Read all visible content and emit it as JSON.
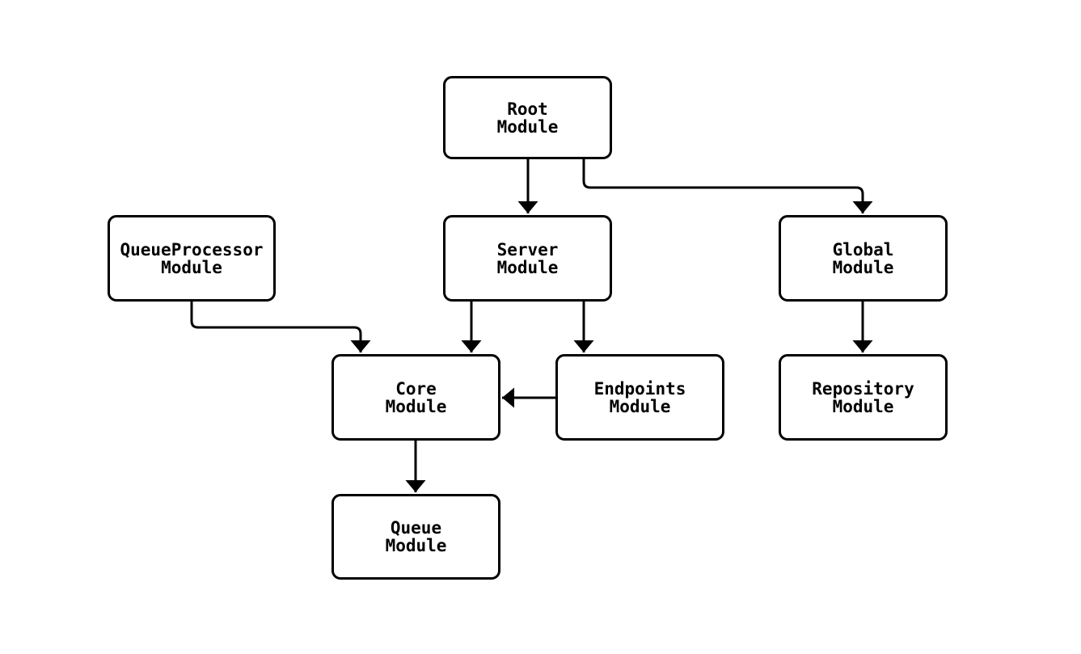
{
  "diagram": {
    "type": "module-dependency-graph",
    "background_color": "#ffffff",
    "line_color": "#000000",
    "box_fill_color": "#ffffff",
    "box_border_color": "#000000",
    "text_color": "#000000",
    "nodes": [
      {
        "id": "root",
        "label": "Root\nModule"
      },
      {
        "id": "queueprocessor",
        "label": "QueueProcessor\nModule"
      },
      {
        "id": "server",
        "label": "Server\nModule"
      },
      {
        "id": "global",
        "label": "Global\nModule"
      },
      {
        "id": "core",
        "label": "Core\nModule"
      },
      {
        "id": "endpoints",
        "label": "Endpoints\nModule"
      },
      {
        "id": "repository",
        "label": "Repository\nModule"
      },
      {
        "id": "queue",
        "label": "Queue\nModule"
      }
    ],
    "edges": [
      {
        "from": "Root Module",
        "to": "Server Module"
      },
      {
        "from": "Root Module",
        "to": "Global Module"
      },
      {
        "from": "QueueProcessor Module",
        "to": "Core Module"
      },
      {
        "from": "Server Module",
        "to": "Core Module"
      },
      {
        "from": "Server Module",
        "to": "Endpoints Module"
      },
      {
        "from": "Endpoints Module",
        "to": "Core Module"
      },
      {
        "from": "Global Module",
        "to": "Repository Module"
      },
      {
        "from": "Core Module",
        "to": "Queue Module"
      }
    ]
  }
}
